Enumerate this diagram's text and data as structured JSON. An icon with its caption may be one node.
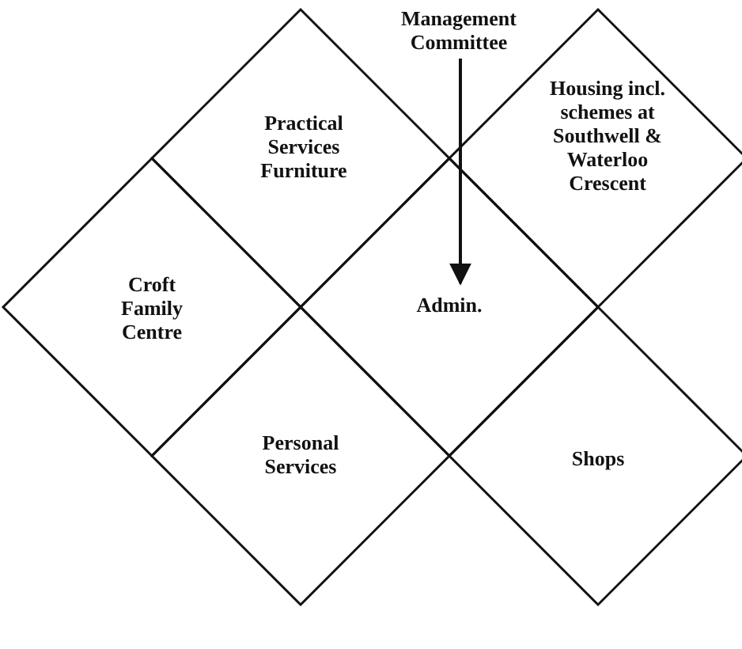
{
  "diagram": {
    "nodes": [
      {
        "text": [
          "Management Committee"
        ]
      },
      {
        "text": [
          "Practical Services Furniture"
        ]
      },
      {
        "text": [
          "Housing incl. schemes at Southwell & Waterloo Crescent"
        ]
      },
      {
        "text": [
          "Croft Family Centre"
        ]
      },
      {
        "text": [
          "Admin."
        ]
      },
      {
        "text": [
          "Personal Services"
        ]
      },
      {
        "text": [
          "Shops"
        ]
      }
    ],
    "edges": [
      {
        "from": 0,
        "to": 4,
        "arrow": "to"
      }
    ]
  }
}
